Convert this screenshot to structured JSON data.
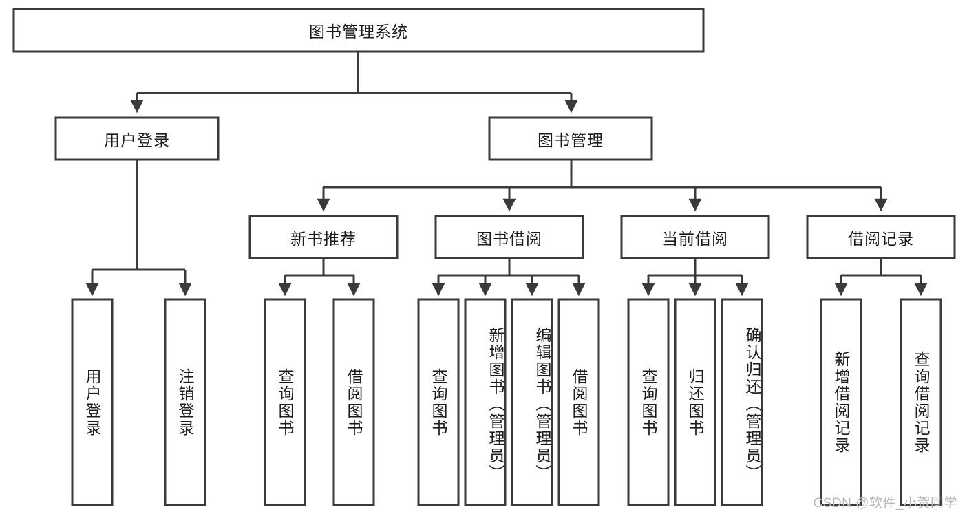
{
  "diagram": {
    "type": "tree",
    "title": "图书管理系统",
    "orientation": "top-down",
    "colors": {
      "box_stroke": "#3a3a3a",
      "box_fill": "#ffffff",
      "connector": "#3a3a3a",
      "text": "#1c1c1c",
      "watermark": "#b9b9b9",
      "background": "#ffffff"
    },
    "root": {
      "label": "图书管理系统"
    },
    "level1": [
      {
        "label": "用户登录"
      },
      {
        "label": "图书管理"
      }
    ],
    "level2": [
      {
        "label": "新书推荐"
      },
      {
        "label": "图书借阅"
      },
      {
        "label": "当前借阅"
      },
      {
        "label": "借阅记录"
      }
    ],
    "leaves": {
      "user_login": [
        {
          "label": "用户登录"
        },
        {
          "label": "注销登录"
        }
      ],
      "new_book_recommend": [
        {
          "label": "查询图书"
        },
        {
          "label": "借阅图书"
        }
      ],
      "book_borrow": [
        {
          "label": "查询图书"
        },
        {
          "label": "新增图书（管理员）"
        },
        {
          "label": "编辑图书（管理员）"
        },
        {
          "label": "借阅图书"
        }
      ],
      "current_borrow": [
        {
          "label": "查询图书"
        },
        {
          "label": "归还图书"
        },
        {
          "label": "确认归还（管理员）"
        }
      ],
      "borrow_record": [
        {
          "label": "新增借阅记录"
        },
        {
          "label": "查询借阅记录"
        }
      ]
    }
  },
  "watermark": {
    "text": "CSDN @软件_小贺同学"
  }
}
